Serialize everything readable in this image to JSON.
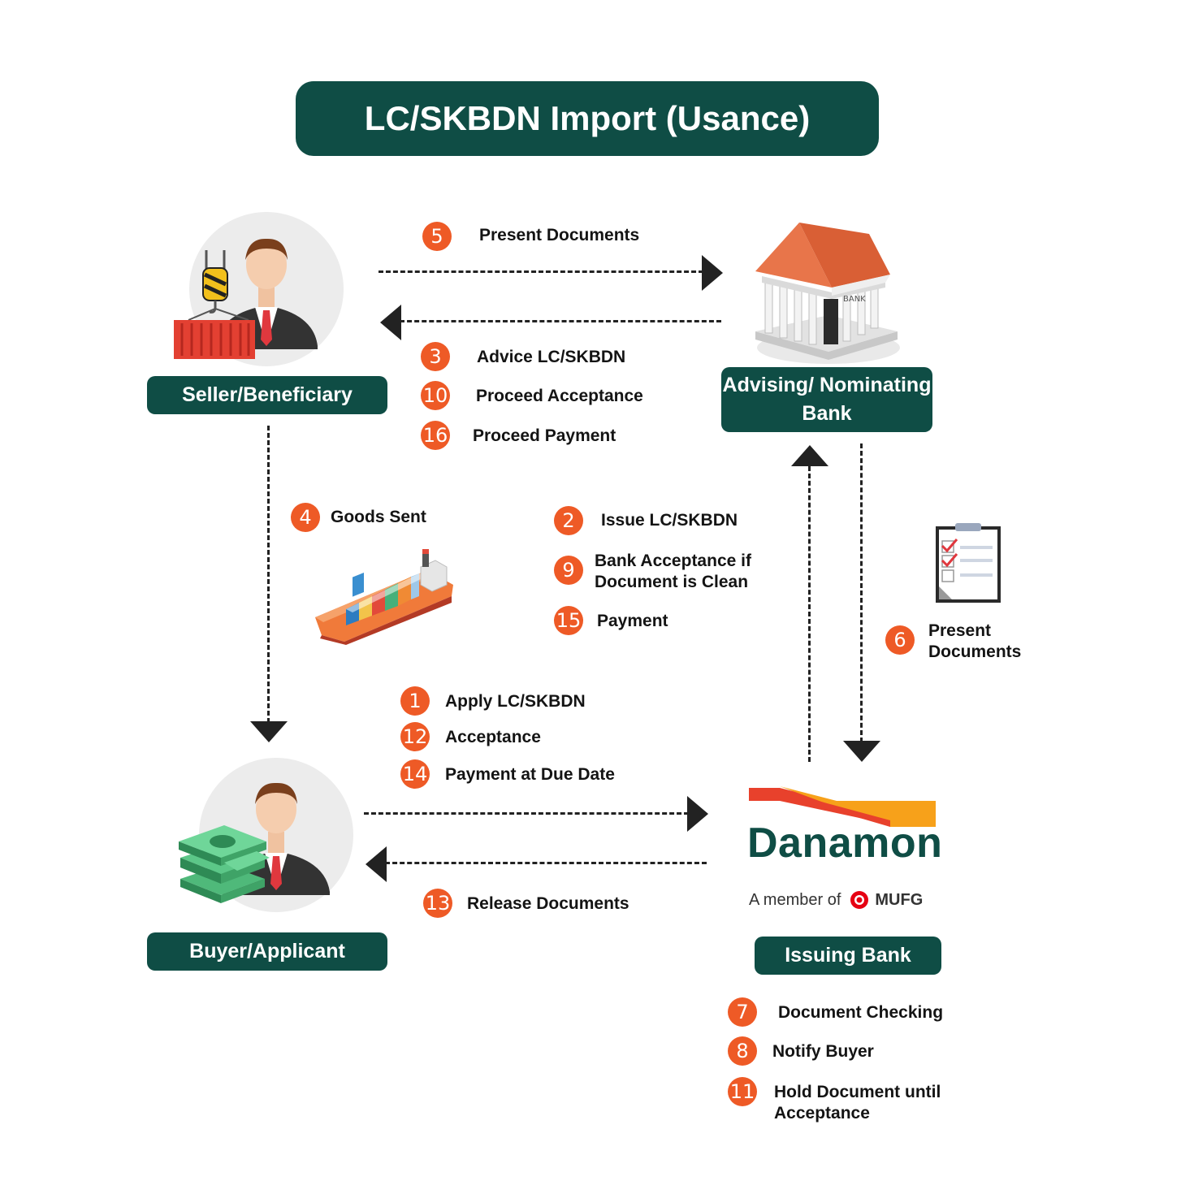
{
  "title": "LC/SKBDN Import (Usance)",
  "parties": {
    "seller": "Seller/Beneficiary",
    "advising_bank": "Advising/ Nominating Bank",
    "buyer": "Buyer/Applicant",
    "issuing_bank": "Issuing Bank"
  },
  "steps": {
    "s5": {
      "num": "5",
      "label": "Present Documents"
    },
    "s3": {
      "num": "3",
      "label": "Advice LC/SKBDN"
    },
    "s10": {
      "num": "10",
      "label": "Proceed Acceptance"
    },
    "s16": {
      "num": "16",
      "label": "Proceed Payment"
    },
    "s4": {
      "num": "4",
      "label": "Goods Sent"
    },
    "s2": {
      "num": "2",
      "label": "Issue LC/SKBDN"
    },
    "s9": {
      "num": "9",
      "label": "Bank Acceptance if Document is Clean"
    },
    "s15": {
      "num": "15",
      "label": "Payment"
    },
    "s6": {
      "num": "6",
      "label": "Present Documents"
    },
    "s1": {
      "num": "1",
      "label": "Apply LC/SKBDN"
    },
    "s12": {
      "num": "12",
      "label": "Acceptance"
    },
    "s14": {
      "num": "14",
      "label": "Payment at Due Date"
    },
    "s13": {
      "num": "13",
      "label": "Release Documents"
    },
    "s7": {
      "num": "7",
      "label": "Document Checking"
    },
    "s8": {
      "num": "8",
      "label": "Notify Buyer"
    },
    "s11": {
      "num": "11",
      "label": "Hold Document until Acceptance"
    }
  },
  "logo": {
    "name": "Danamon",
    "tagline_prefix": "A member of",
    "tagline_brand": "MUFG"
  },
  "bank_building_sign": "BANK",
  "colors": {
    "primary_green": "#0f4d45",
    "badge_orange": "#ee5a26",
    "logo_red": "#e8412c",
    "logo_orange": "#f7a11a",
    "mufg_red": "#e60012"
  },
  "icons": [
    "seller-person-icon",
    "bank-building-icon",
    "cargo-ship-icon",
    "checklist-icon",
    "buyer-person-icon"
  ]
}
